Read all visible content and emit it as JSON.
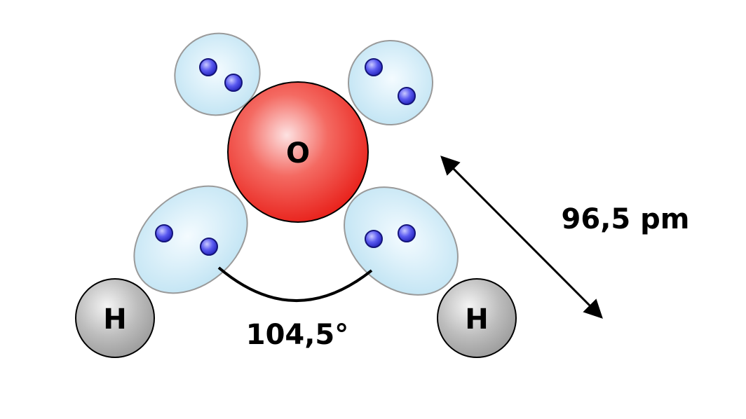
{
  "molecule": {
    "oxygen": {
      "symbol": "O",
      "color": "#e8201a"
    },
    "hydrogen_left": {
      "symbol": "H",
      "color": "#a6a6a6"
    },
    "hydrogen_right": {
      "symbol": "H",
      "color": "#a6a6a6"
    },
    "orbital_color": "#d6eef8",
    "electron_color": "#3a3ae0"
  },
  "annotations": {
    "bond_angle": "104,5°",
    "bond_length": "96,5 pm"
  }
}
